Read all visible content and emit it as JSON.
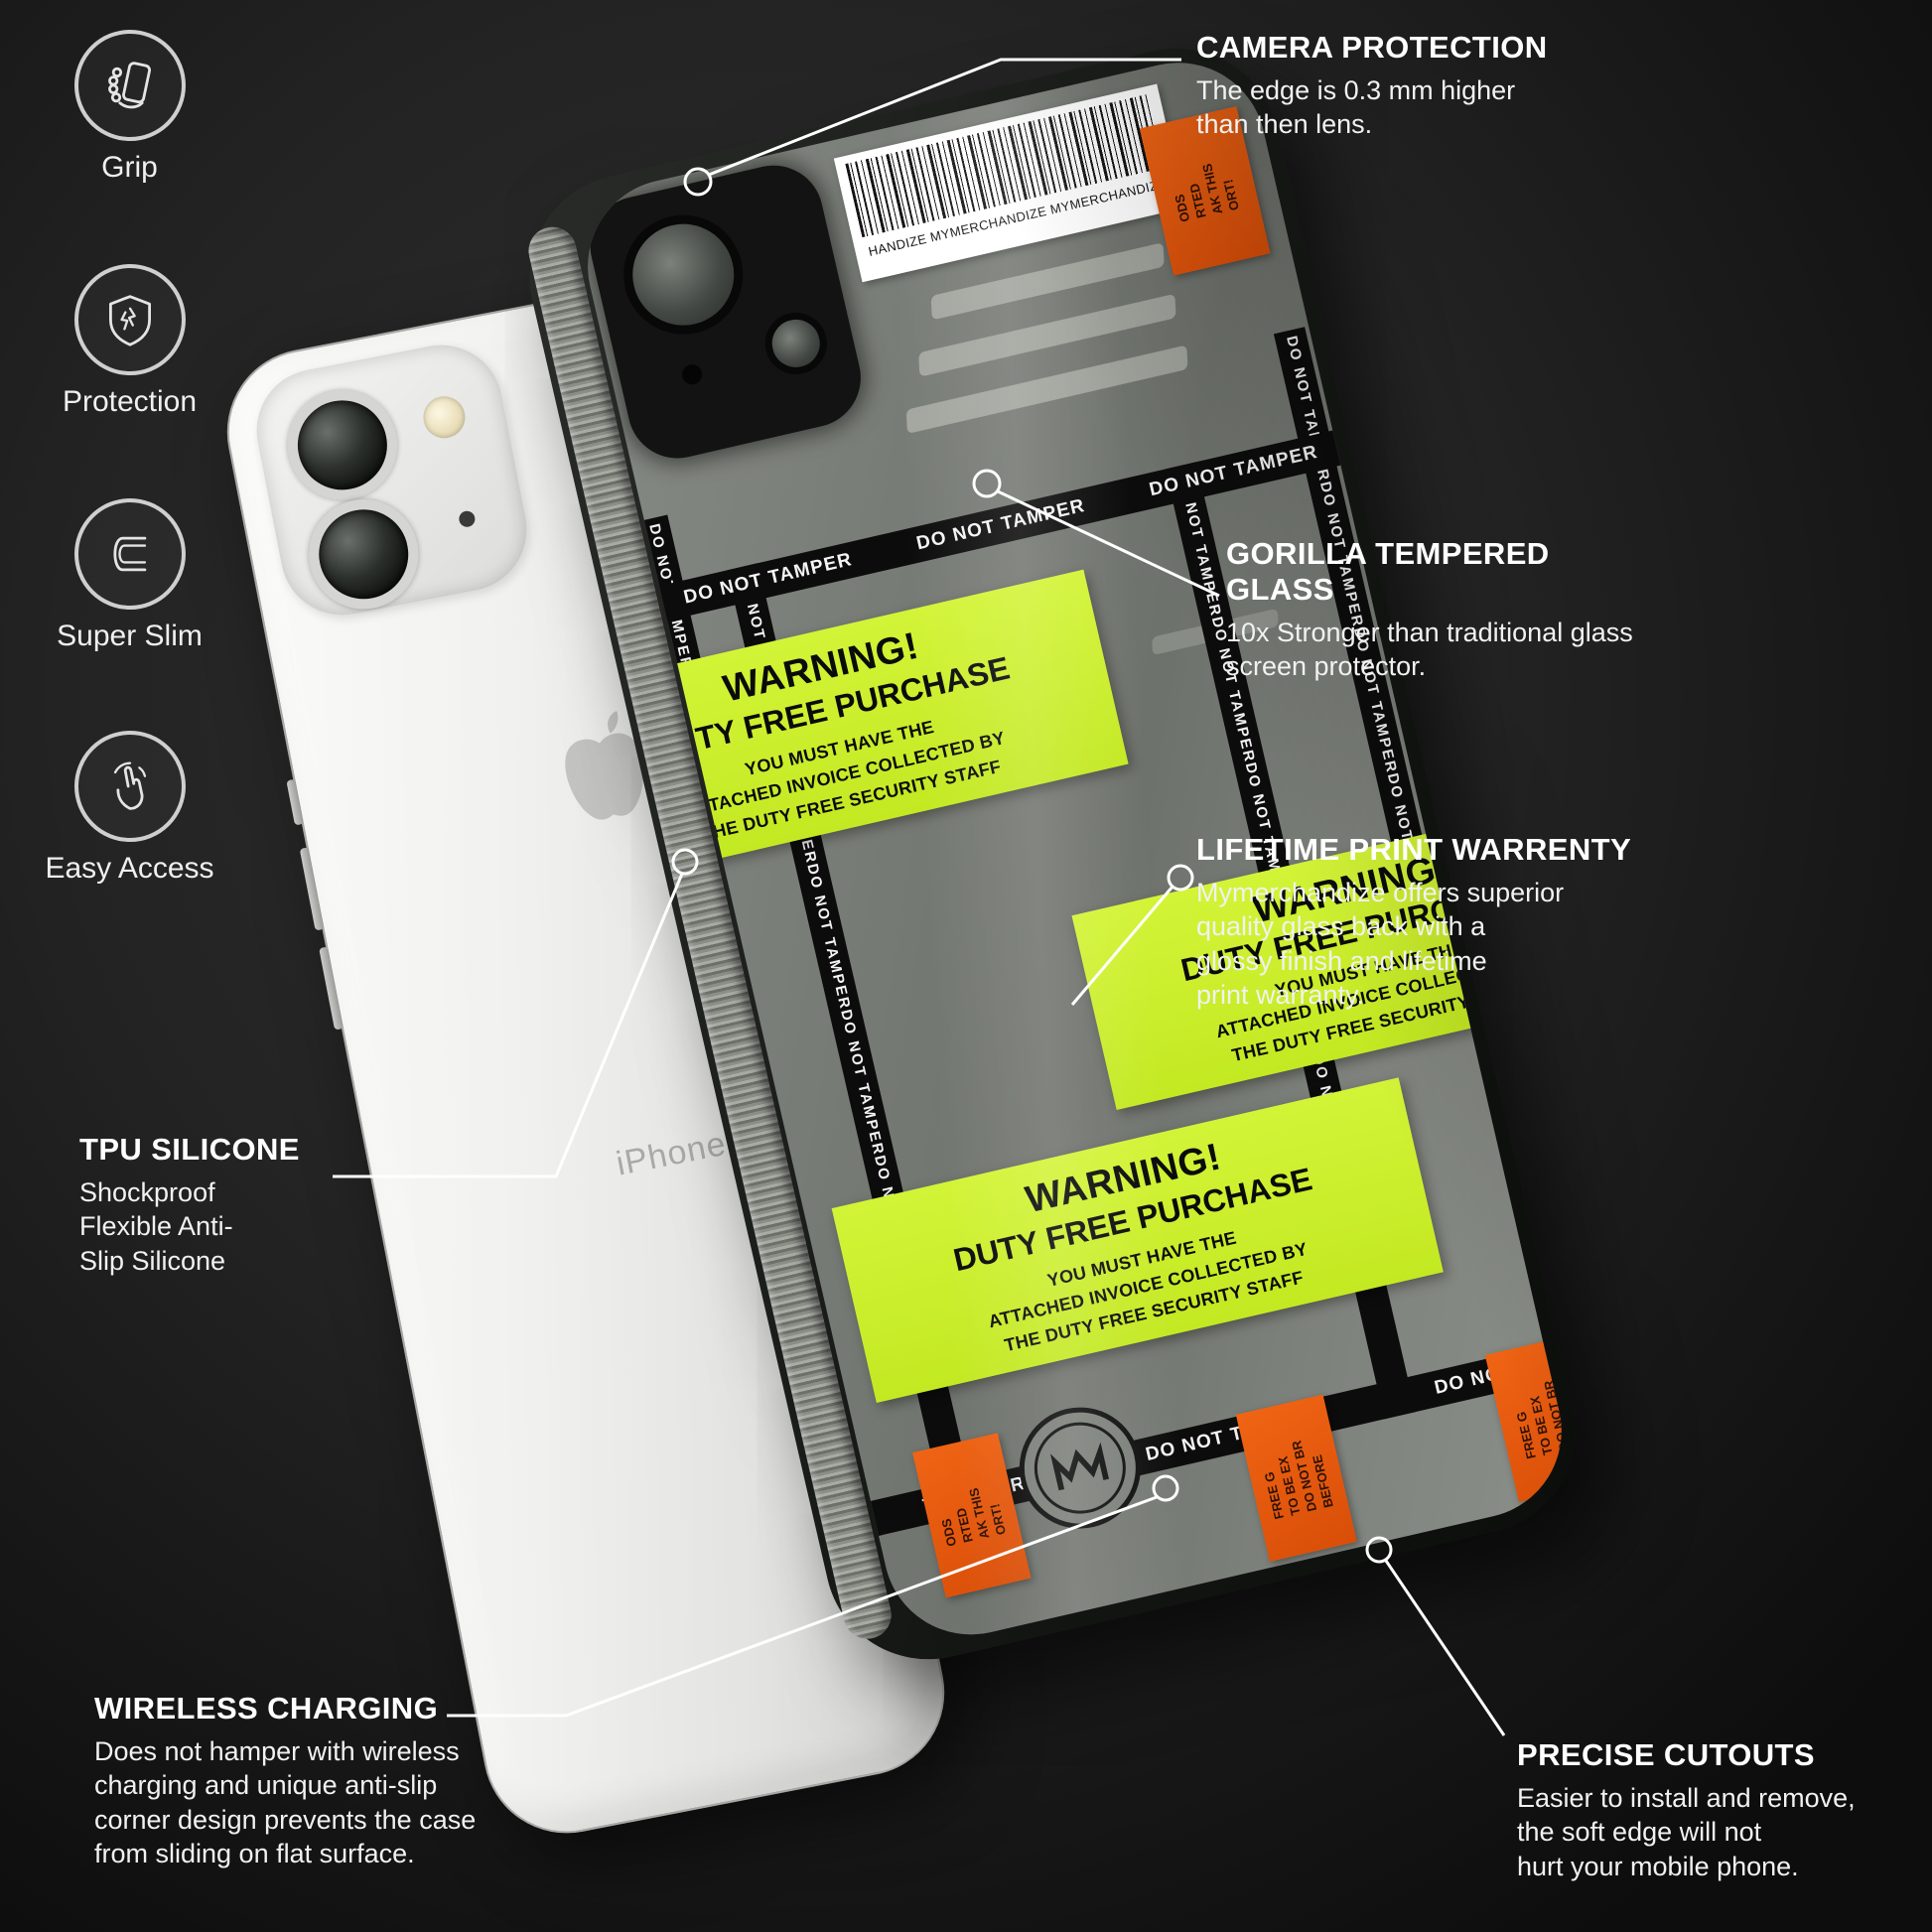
{
  "left_features": [
    {
      "label": "Grip",
      "icon": "grip-icon"
    },
    {
      "label": "Protection",
      "icon": "protection-icon"
    },
    {
      "label": "Super Slim",
      "icon": "super-slim-icon"
    },
    {
      "label": "Easy Access",
      "icon": "easy-access-icon"
    }
  ],
  "callouts": [
    {
      "id": "camera",
      "title": "CAMERA PROTECTION",
      "body": "The edge is 0.3 mm higher\nthan then lens."
    },
    {
      "id": "gorilla",
      "title": "GORILLA TEMPERED GLASS",
      "body": "10x Stronger than traditional glass\nscreen protector."
    },
    {
      "id": "lifetime",
      "title": "LIFETIME PRINT WARRENTY",
      "body": "Mymerchandize offers superior\nquality glass back with a\nglossy finish and lifetime\nprint warranty."
    },
    {
      "id": "tpu",
      "title": "TPU SILICONE",
      "body": "Shockproof\nFlexible Anti-\nSlip Silicone"
    },
    {
      "id": "wireless",
      "title": "WIRELESS CHARGING",
      "body": "Does not hamper with wireless\ncharging and unique anti-slip\ncorner design prevents the case\nfrom sliding on flat surface."
    },
    {
      "id": "precise",
      "title": "PRECISE CUTOUTS",
      "body": "Easier to install and remove,\nthe soft edge will not\nhurt your mobile phone."
    }
  ],
  "case_design": {
    "tape_text": "DO NOT TAMPER",
    "tape_text_vertical": "DO NOT TAMPERDO NOT TAMPERDO NOT TAMPERDO NOT TAMPERDO NOT TAMPER",
    "bottom_tape": [
      "T TAMPER",
      "DO NOT TAMPER",
      "DO NO"
    ],
    "barcode_caption": "HANDIZE MYMERCHANDIZE MYMERCHANDIZE",
    "warning_label": {
      "title": "WARNING!",
      "subtitle": "DUTY FREE PURCHASE",
      "line1": "YOU MUST HAVE THE",
      "line2": "ATTACHED INVOICE COLLECTED BY",
      "line3": "THE DUTY FREE SECURITY STAFF"
    },
    "orange_sticker_alt": [
      "ODS",
      "RTED",
      "AK THIS",
      "ORT!"
    ],
    "orange_sticker_main": [
      "FREE G",
      "TO BE EX",
      "DO NOT BR",
      "BEFORE"
    ]
  },
  "white_phone": {
    "brand": "iPhone"
  },
  "colors": {
    "neon_label": "#c9ee28",
    "orange_sticker": "#e8590f",
    "tape_black": "#0c0c0c",
    "background": "#1a1a1a",
    "case_gray": "#767a74"
  }
}
